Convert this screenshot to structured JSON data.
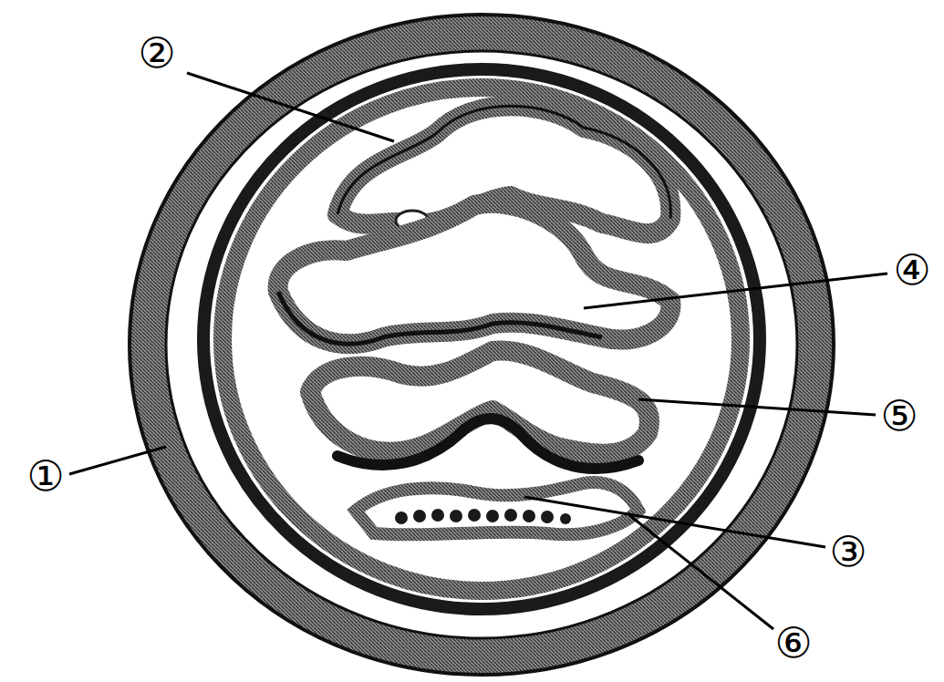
{
  "diagram": {
    "labels": [
      "②",
      "④",
      "⑤",
      "①",
      "③",
      "⑥"
    ]
  }
}
